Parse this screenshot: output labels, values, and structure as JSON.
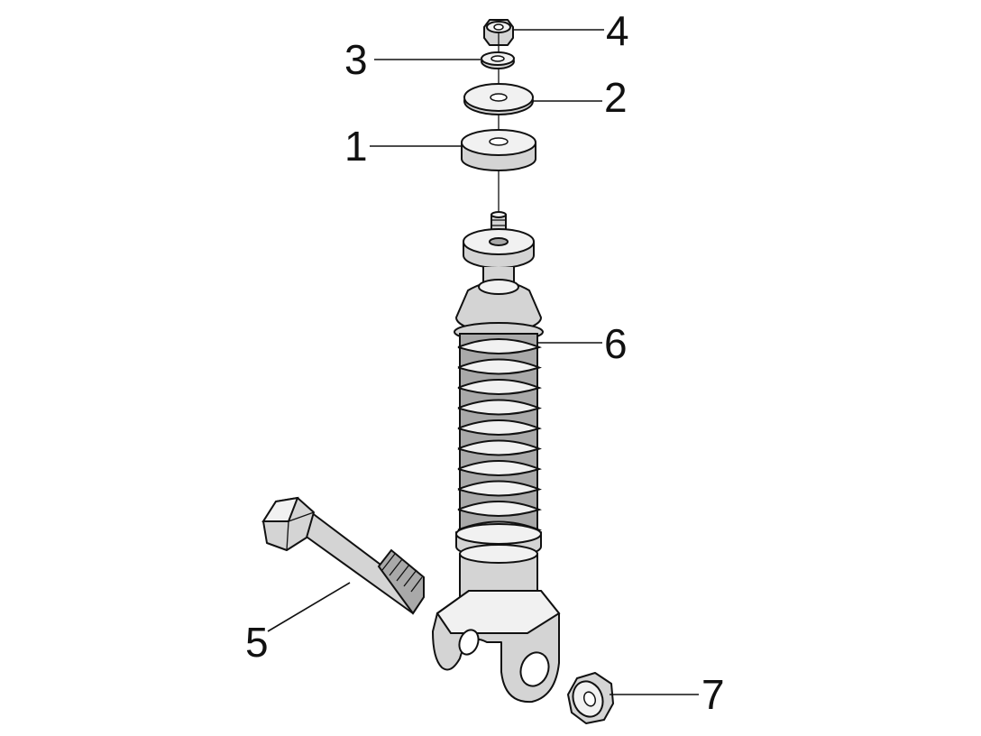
{
  "callouts": [
    {
      "id": "1",
      "label": "1"
    },
    {
      "id": "2",
      "label": "2"
    },
    {
      "id": "3",
      "label": "3"
    },
    {
      "id": "4",
      "label": "4"
    },
    {
      "id": "5",
      "label": "5"
    },
    {
      "id": "6",
      "label": "6"
    },
    {
      "id": "7",
      "label": "7"
    }
  ],
  "parts": [
    {
      "callout": "1",
      "icon": "rubber-bushing-icon"
    },
    {
      "callout": "2",
      "icon": "flat-washer-icon"
    },
    {
      "callout": "3",
      "icon": "lock-washer-icon"
    },
    {
      "callout": "4",
      "icon": "top-nut-icon"
    },
    {
      "callout": "5",
      "icon": "mounting-bolt-icon"
    },
    {
      "callout": "6",
      "icon": "shock-absorber-icon"
    },
    {
      "callout": "7",
      "icon": "bottom-nut-icon"
    }
  ],
  "colors": {
    "line": "#111111",
    "fill": "#d4d4d4",
    "highlight": "#f1f1f1",
    "shadow": "#a9a9a9"
  }
}
